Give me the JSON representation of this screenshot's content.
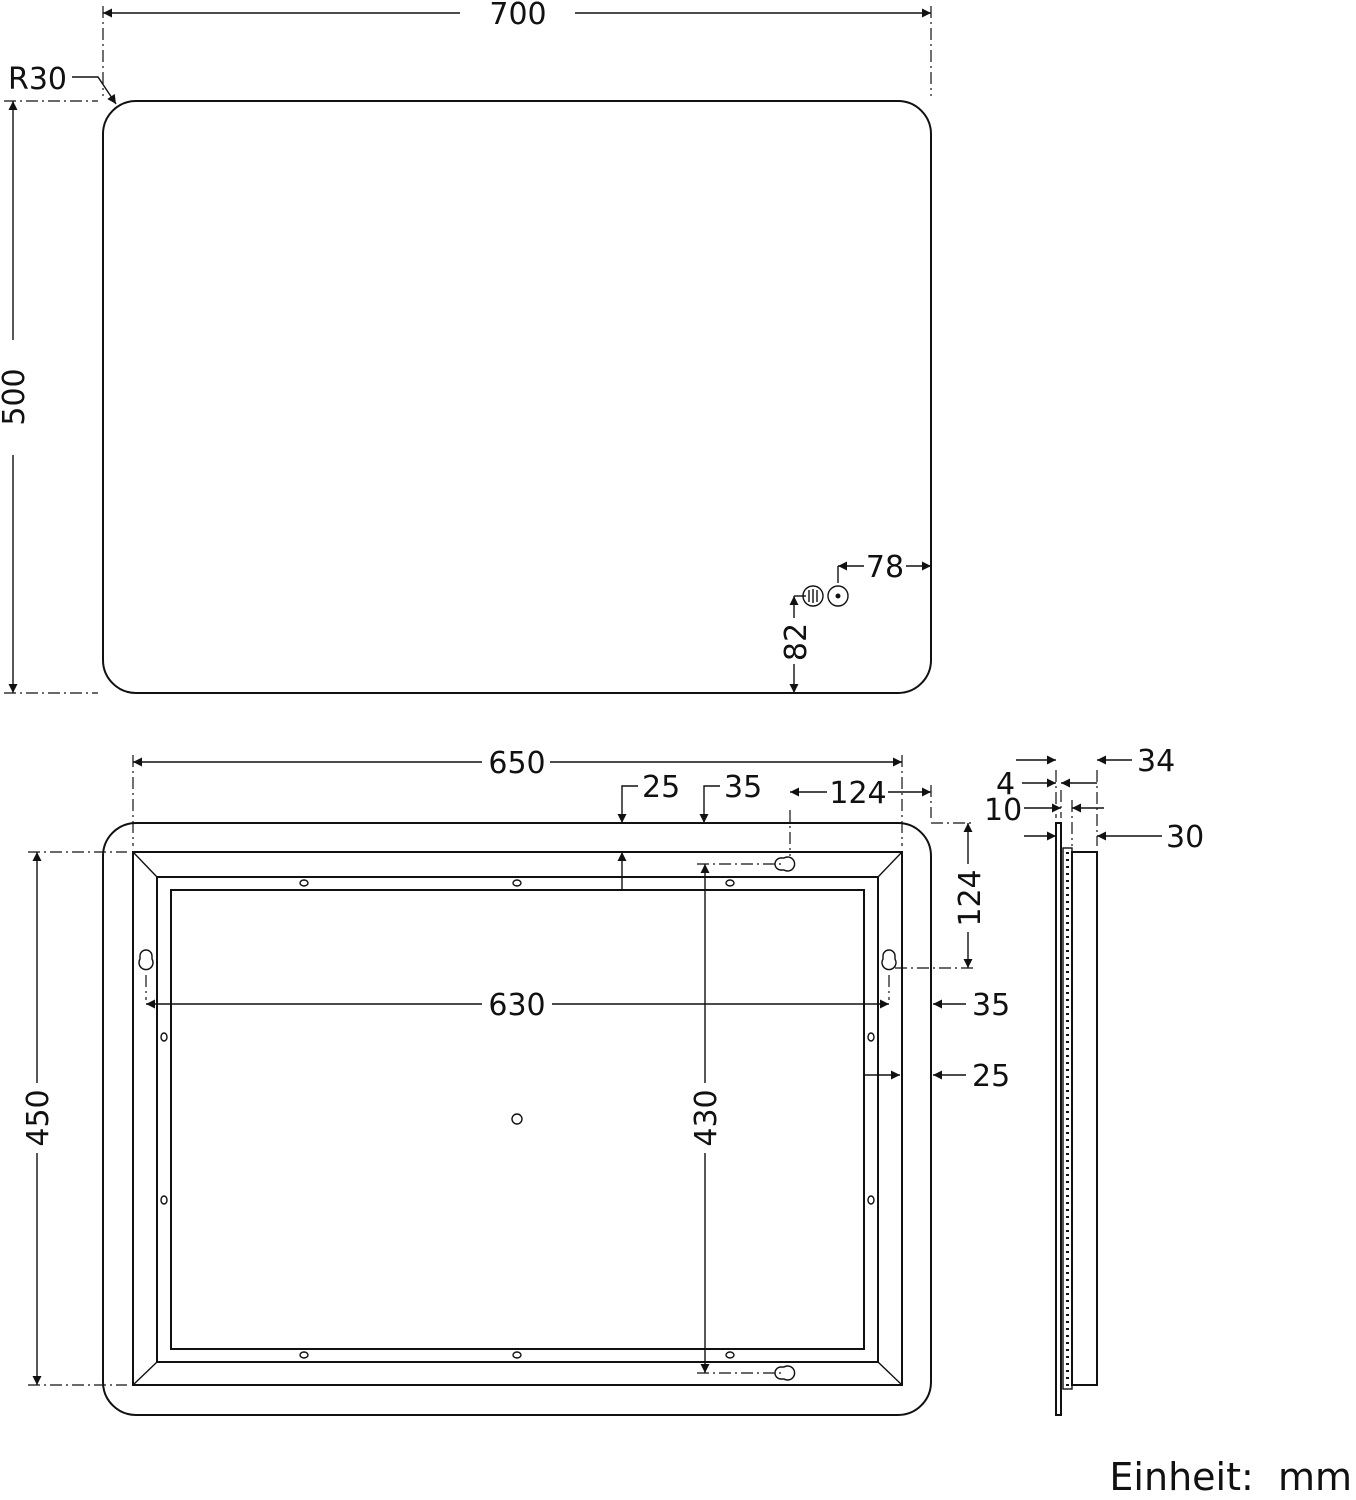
{
  "drawing": {
    "front_view": {
      "width": "700",
      "height": "500",
      "corner_radius": "R30",
      "switch_offset_x": "78",
      "switch_offset_y": "82"
    },
    "back_view": {
      "frame_width": "650",
      "hanger_spacing_x": "630",
      "hanger_spacing_y": "430",
      "frame_height": "450",
      "top_margin": "25",
      "inner_offset": "35",
      "hanger_offset_x": "124",
      "hanger_offset_y": "124",
      "side_offset_outer": "35",
      "side_offset_inner": "25"
    },
    "side_view": {
      "total_depth": "34",
      "glass": "4",
      "spacer": "10",
      "frame_depth": "30"
    },
    "unit_label": "Einheit:  mm"
  }
}
